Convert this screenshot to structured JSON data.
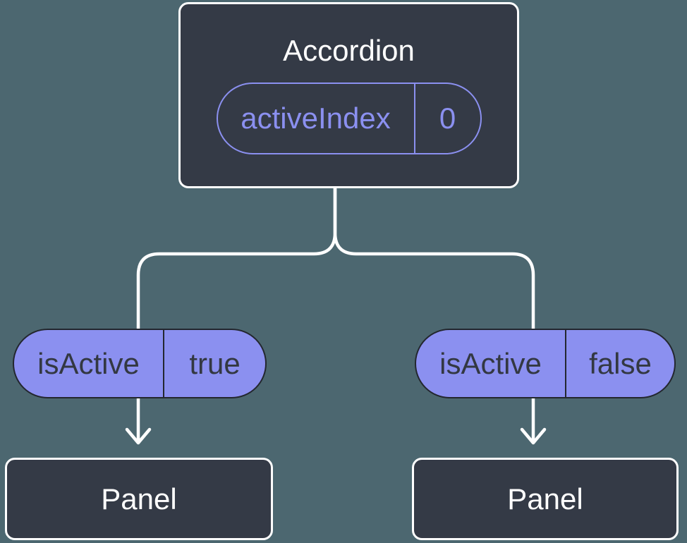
{
  "root": {
    "title": "Accordion",
    "state": {
      "label": "activeIndex",
      "value": "0"
    }
  },
  "props": [
    {
      "label": "isActive",
      "value": "true"
    },
    {
      "label": "isActive",
      "value": "false"
    }
  ],
  "children": [
    {
      "title": "Panel"
    },
    {
      "title": "Panel"
    }
  ],
  "colors": {
    "background": "#4C6770",
    "node_fill": "#343A46",
    "node_border": "#FFFFFF",
    "node_text": "#FFFFFF",
    "state_accent": "#8B90F0",
    "prop_fill": "#8B90F0",
    "prop_border": "#23272F",
    "prop_text": "#333842",
    "connector": "#FFFFFF"
  }
}
